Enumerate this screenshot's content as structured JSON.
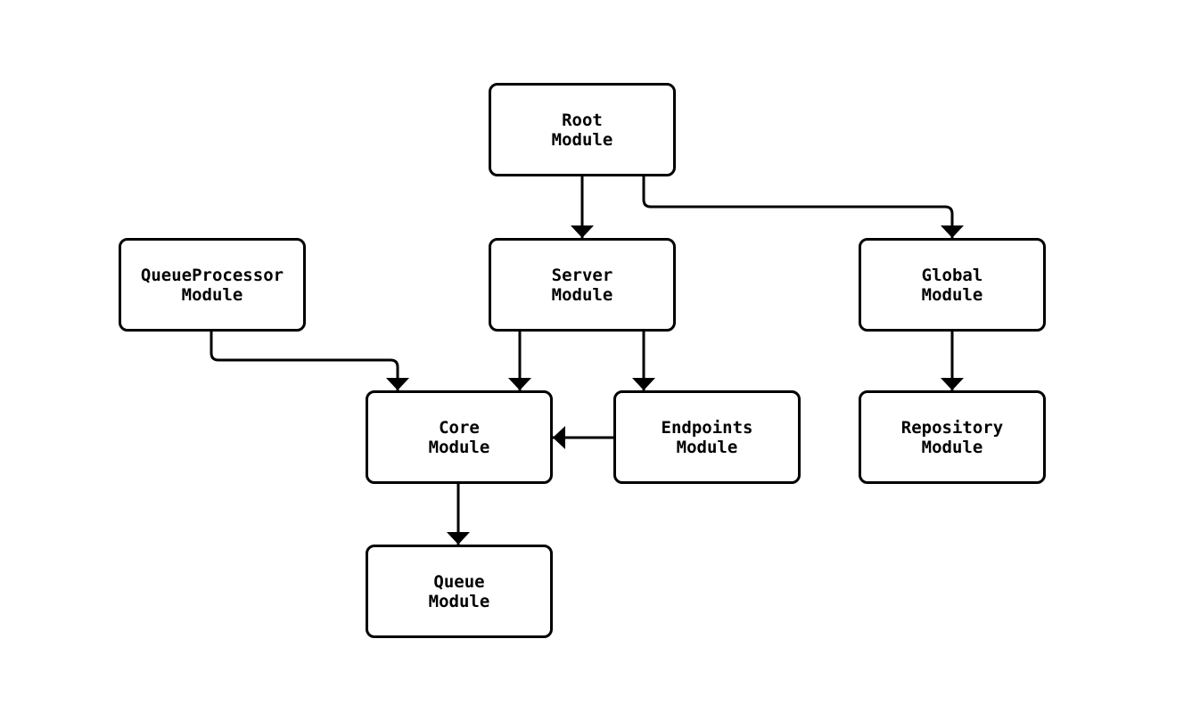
{
  "diagram": {
    "type": "flowchart",
    "background_color": "#ffffff",
    "node_style": {
      "fill": "#ffffff",
      "stroke": "#000000",
      "text_color": "#000000"
    },
    "nodes": {
      "root": {
        "id": "root",
        "label": "Root\nModule"
      },
      "server": {
        "id": "server",
        "label": "Server\nModule"
      },
      "queue_processor": {
        "id": "queue_processor",
        "label": "QueueProcessor\nModule"
      },
      "global": {
        "id": "global",
        "label": "Global\nModule"
      },
      "core": {
        "id": "core",
        "label": "Core\nModule"
      },
      "endpoints": {
        "id": "endpoints",
        "label": "Endpoints\nModule"
      },
      "repository": {
        "id": "repository",
        "label": "Repository\nModule"
      },
      "queue": {
        "id": "queue",
        "label": "Queue\nModule"
      }
    },
    "edges": [
      {
        "from": "root",
        "to": "server"
      },
      {
        "from": "root",
        "to": "global"
      },
      {
        "from": "queue_processor",
        "to": "core"
      },
      {
        "from": "server",
        "to": "core"
      },
      {
        "from": "server",
        "to": "endpoints"
      },
      {
        "from": "endpoints",
        "to": "core"
      },
      {
        "from": "global",
        "to": "repository"
      },
      {
        "from": "core",
        "to": "queue"
      }
    ]
  }
}
